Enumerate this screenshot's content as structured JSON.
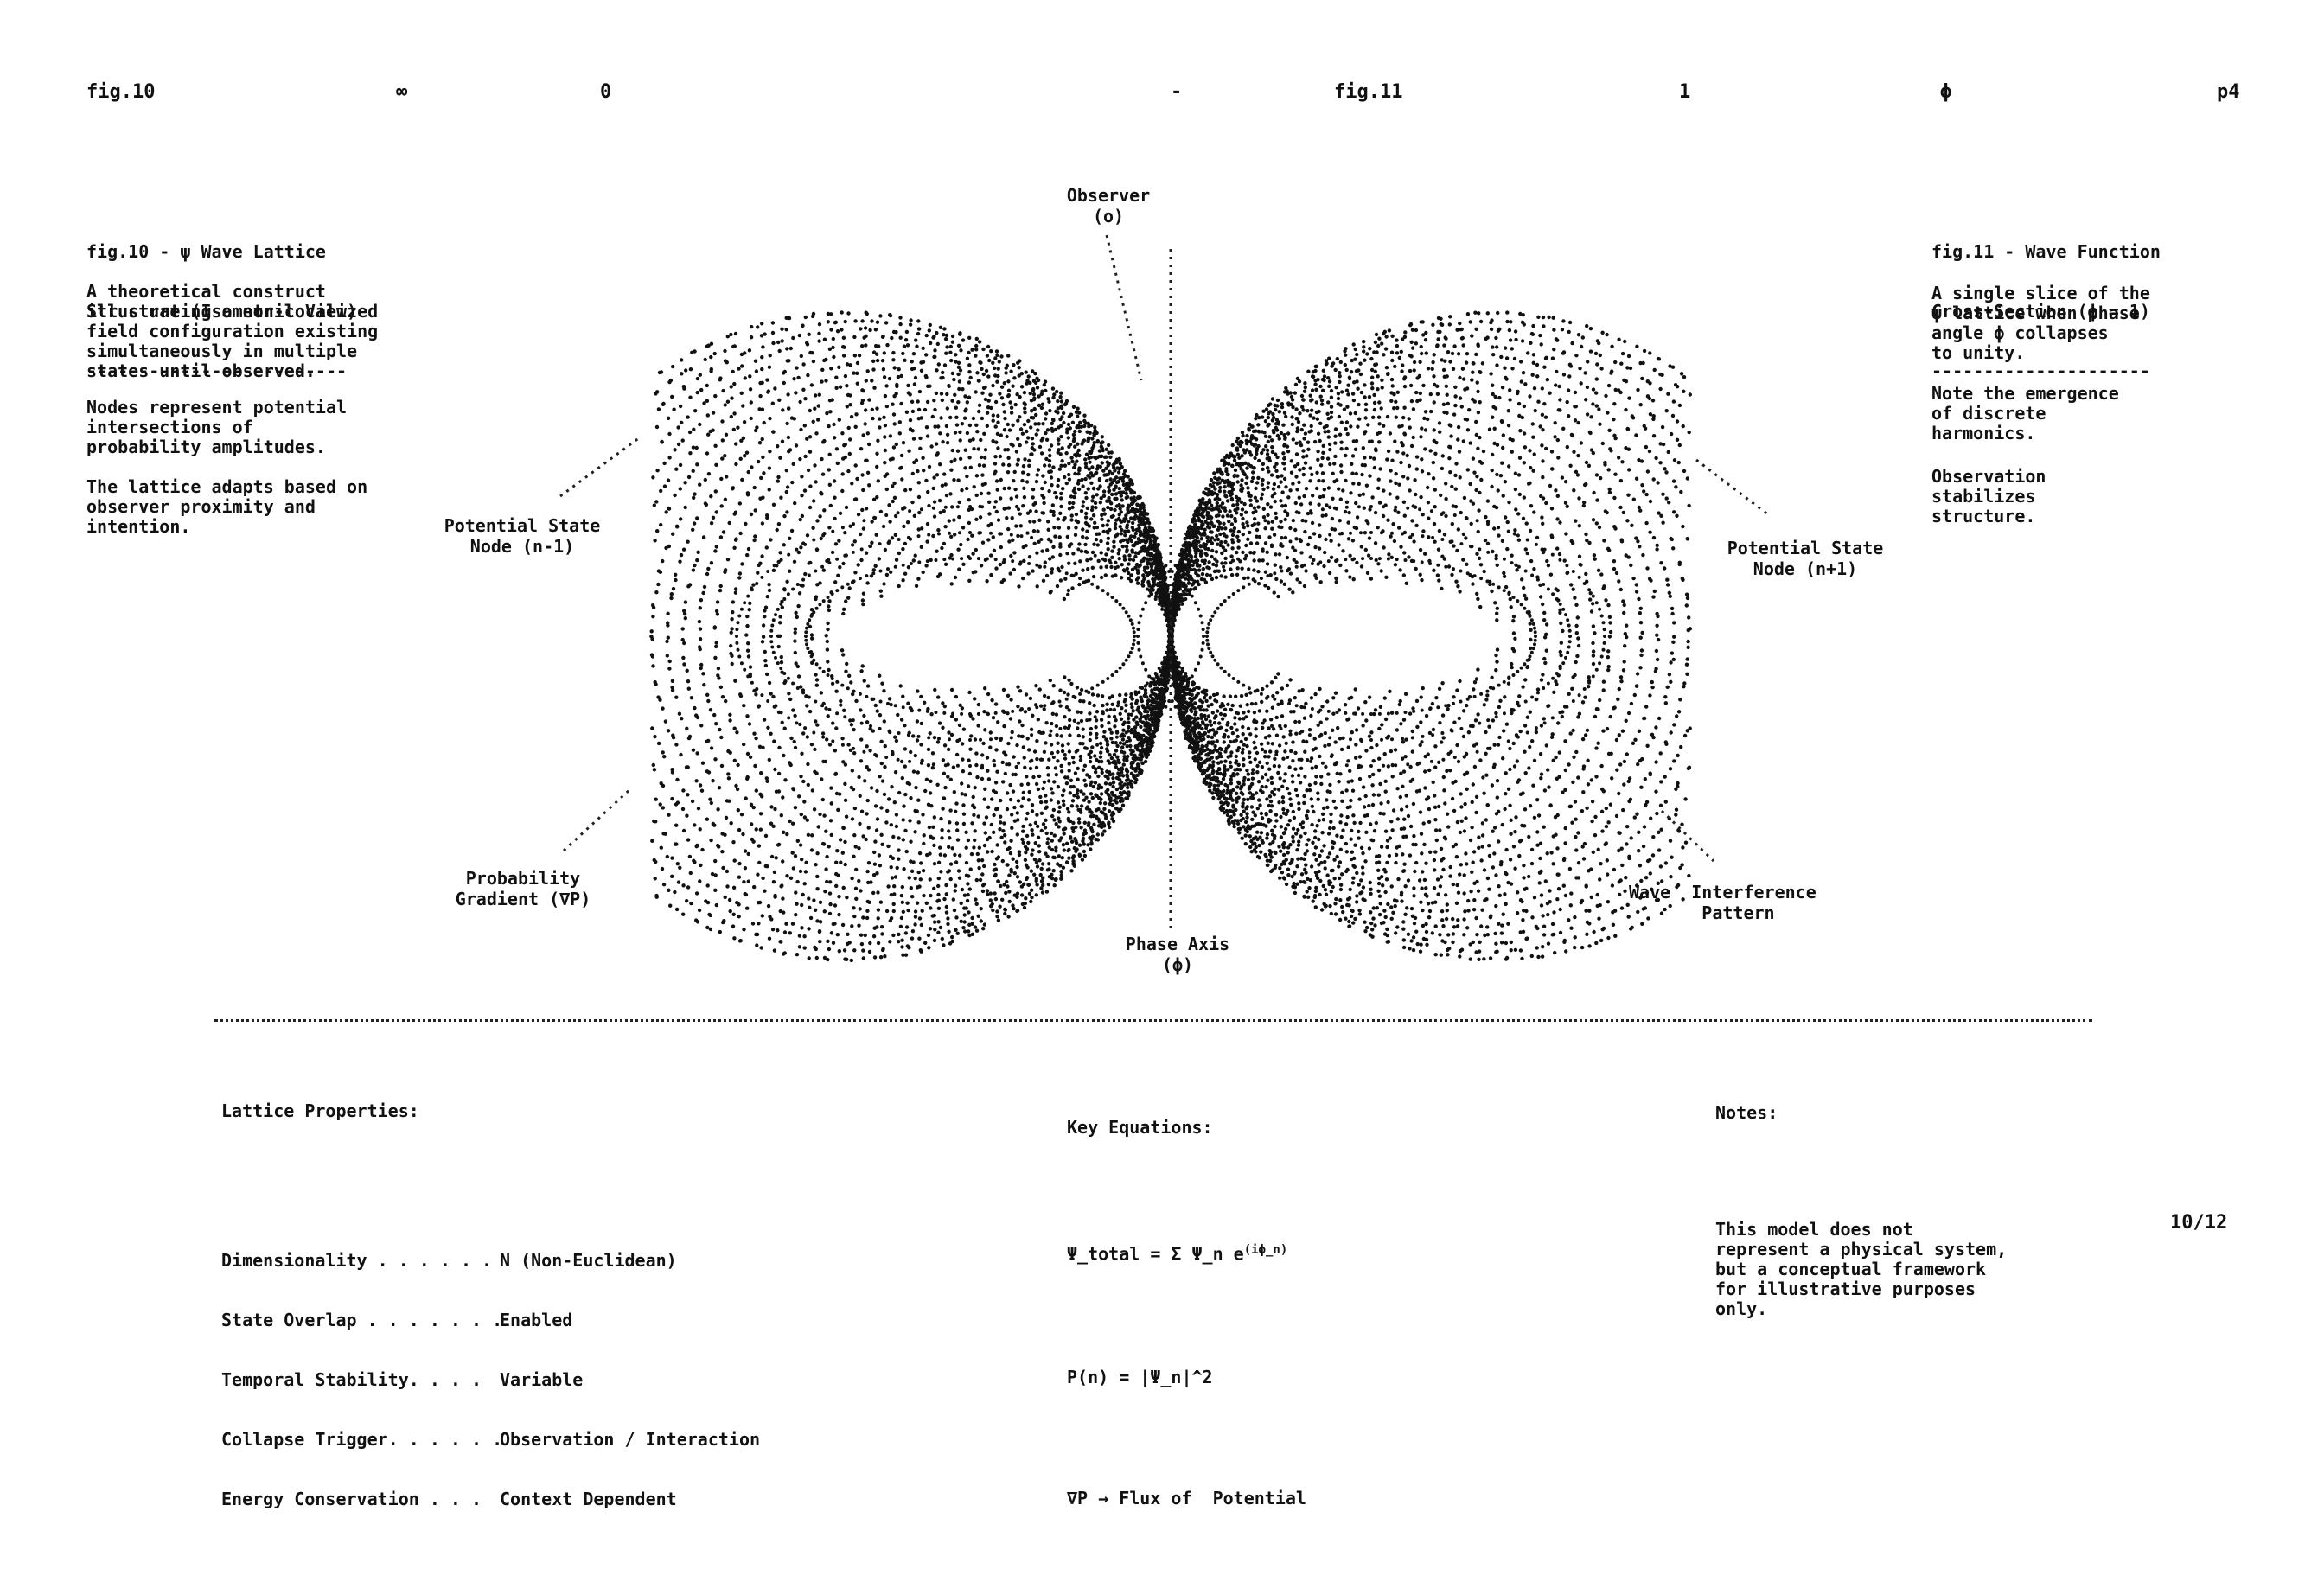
{
  "header": {
    "items": [
      "fig.10",
      "∞",
      "0",
      "-",
      "fig.11",
      "1",
      "ϕ",
      "p4"
    ]
  },
  "left_panel": {
    "title_line1": "fig.10 - ψ Wave Lattice",
    "title_line2": "Structure (Isometric View)",
    "underline": "-------------------------",
    "paragraphs": [
      "A theoretical construct\nillustrating a non-localized\nfield configuration existing\nsimultaneously in multiple\nstates until observed.",
      "Nodes represent potential\nintersections of\nprobability amplitudes.",
      "The lattice adapts based on\nobserver proximity and\nintention."
    ]
  },
  "right_panel": {
    "title_line1": "fig.11 - Wave Function",
    "title_line2": "Cross-Section (ϕ = 1)",
    "underline": "---------------------",
    "paragraphs": [
      "A single slice of the\nψ lattice when phase\nangle ϕ collapses\nto unity.",
      "Note the emergence\nof discrete\nharmonics.",
      "Observation\nstabilizes\nstructure."
    ]
  },
  "diagram_labels": {
    "observer": "Observer\n(o)",
    "node_left": "Potential State\nNode (n-1)",
    "node_right": "Potential State\nNode (n+1)",
    "gradient": "Probability\nGradient (∇P)",
    "phase_axis": "Phase Axis\n(ϕ)",
    "interference": "Wave  Interference\n       Pattern"
  },
  "properties": {
    "title": "Lattice Properties:",
    "rows": [
      {
        "key": "Dimensionality . . . . . .",
        "value": "N (Non-Euclidean)"
      },
      {
        "key": "State Overlap . . . . . . .",
        "value": "Enabled"
      },
      {
        "key": "Temporal Stability. . . .",
        "value": "Variable"
      },
      {
        "key": "Collapse Trigger. . . . . .",
        "value": "Observation / Interaction"
      },
      {
        "key": "Energy Conservation . . .",
        "value": "Context Dependent"
      }
    ]
  },
  "equations": {
    "title": "Key Equations:",
    "eq1_main": "Ψ_total = Σ Ψ_n e",
    "eq1_sup": "(iϕ_n)",
    "eq2": "P(n) = |Ψ_n|^2",
    "eq3": "∇P → Flux of  Potential"
  },
  "notes": {
    "title": "Notes:",
    "body": "This model does not\nrepresent a physical system,\nbut a conceptual framework\nfor illustrative purposes\nonly."
  },
  "page_number": "10/12"
}
